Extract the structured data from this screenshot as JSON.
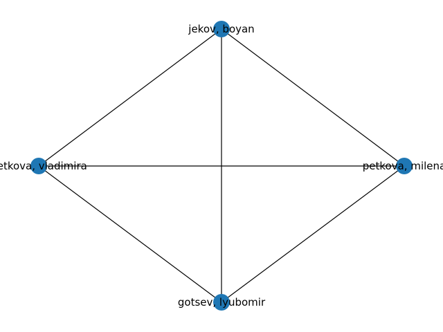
{
  "graph": {
    "node_color": "#1f77b4",
    "edge_color": "#000000",
    "nodes": [
      {
        "id": "jekov",
        "label": "jekov, boyan"
      },
      {
        "id": "petkova-v",
        "label": "petkova, vladimira"
      },
      {
        "id": "petkova-m",
        "label": "petkova, milena"
      },
      {
        "id": "gotsev",
        "label": "gotsev, lyubomir"
      }
    ],
    "edges": [
      {
        "source": "jekov",
        "target": "petkova-v"
      },
      {
        "source": "jekov",
        "target": "petkova-m"
      },
      {
        "source": "jekov",
        "target": "gotsev"
      },
      {
        "source": "petkova-v",
        "target": "petkova-m"
      },
      {
        "source": "petkova-v",
        "target": "gotsev"
      },
      {
        "source": "petkova-m",
        "target": "gotsev"
      }
    ]
  }
}
